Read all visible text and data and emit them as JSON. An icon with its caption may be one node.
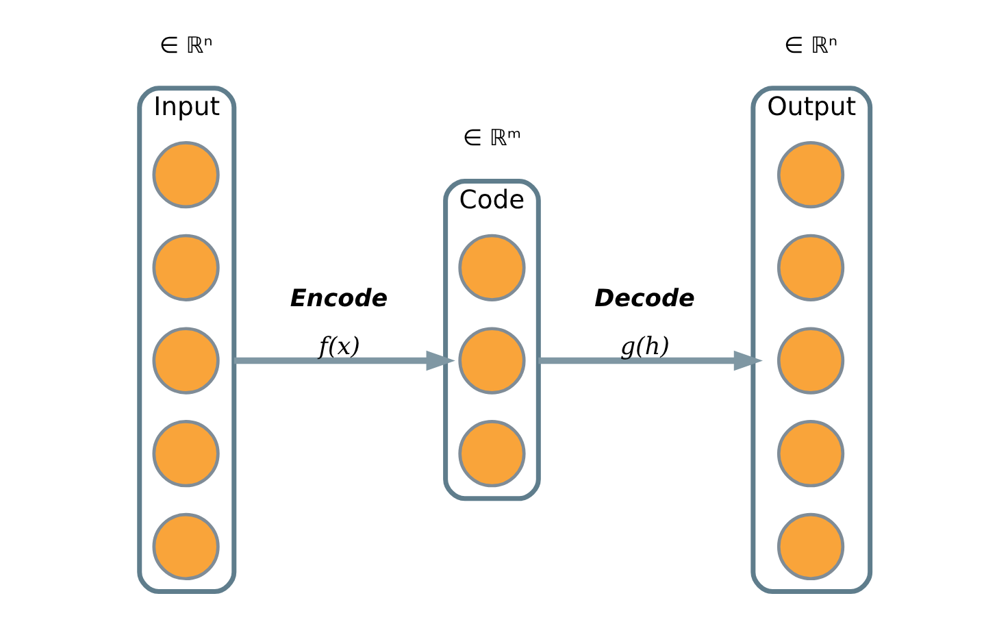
{
  "diagram": {
    "nodes": [
      {
        "text": [
          "Input"
        ],
        "beside": [
          "∈ ℝⁿ"
        ]
      },
      {
        "text": [],
        "shape": "circle",
        "in": 0
      },
      {
        "text": [],
        "shape": "circle",
        "in": 0
      },
      {
        "text": [],
        "shape": "circle",
        "in": 0
      },
      {
        "text": [],
        "shape": "circle",
        "in": 0
      },
      {
        "text": [],
        "shape": "circle",
        "in": 0
      },
      {
        "text": [
          "Code"
        ],
        "beside": [
          "∈ ℝᵐ"
        ]
      },
      {
        "text": [],
        "shape": "circle",
        "in": 6
      },
      {
        "text": [],
        "shape": "circle",
        "in": 6
      },
      {
        "text": [],
        "shape": "circle",
        "in": 6
      },
      {
        "text": [
          "Output"
        ],
        "beside": [
          "∈ ℝⁿ"
        ]
      },
      {
        "text": [],
        "shape": "circle",
        "in": 10
      },
      {
        "text": [],
        "shape": "circle",
        "in": 10
      },
      {
        "text": [],
        "shape": "circle",
        "in": 10
      },
      {
        "text": [],
        "shape": "circle",
        "in": 10
      },
      {
        "text": [],
        "shape": "circle",
        "in": 10
      }
    ],
    "edges": [
      {
        "from": 0,
        "to": 6,
        "arrow": "to",
        "label": "Encode"
      },
      {
        "from": 6,
        "to": 10,
        "arrow": "to",
        "label": "Decode"
      }
    ],
    "labels": [
      "f(x)",
      "g(h)"
    ]
  }
}
